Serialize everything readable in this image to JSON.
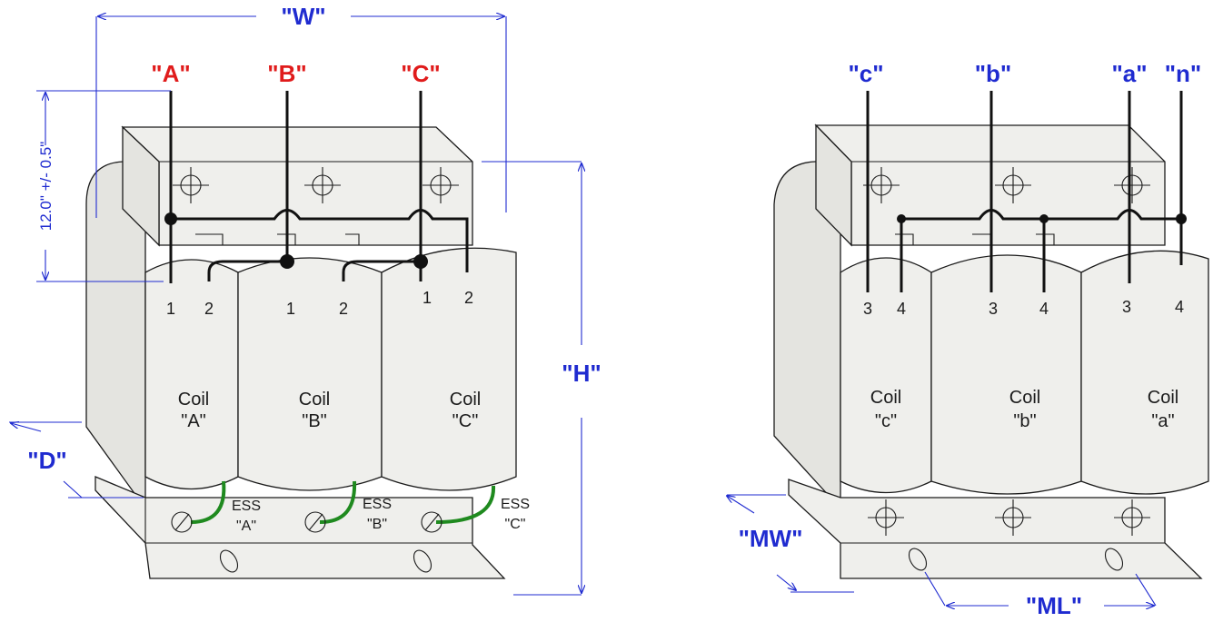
{
  "dimensions": {
    "width": "\"W\"",
    "height": "\"H\"",
    "depth": "\"D\"",
    "mount_width": "\"MW\"",
    "mount_length": "\"ML\"",
    "lead_length": "12.0\" +/- 0.5\""
  },
  "input_view": {
    "terminals": [
      "\"A\"",
      "\"B\"",
      "\"C\""
    ],
    "coils": [
      {
        "name": "Coil",
        "id": "\"A\"",
        "lead1": "1",
        "lead2": "2"
      },
      {
        "name": "Coil",
        "id": "\"B\"",
        "lead1": "1",
        "lead2": "2"
      },
      {
        "name": "Coil",
        "id": "\"C\"",
        "lead1": "1",
        "lead2": "2"
      }
    ],
    "ess": [
      {
        "name": "ESS",
        "id": "\"A\""
      },
      {
        "name": "ESS",
        "id": "\"B\""
      },
      {
        "name": "ESS",
        "id": "\"C\""
      }
    ]
  },
  "output_view": {
    "terminals": [
      "\"c\"",
      "\"b\"",
      "\"a\"",
      "\"n\""
    ],
    "coils": [
      {
        "name": "Coil",
        "id": "\"c\"",
        "lead1": "3",
        "lead2": "4"
      },
      {
        "name": "Coil",
        "id": "\"b\"",
        "lead1": "3",
        "lead2": "4"
      },
      {
        "name": "Coil",
        "id": "\"a\"",
        "lead1": "3",
        "lead2": "4"
      }
    ]
  },
  "colors": {
    "dimension": "#1f2bd0",
    "input_terminal": "#e01b1b",
    "output_terminal": "#1f2bd0",
    "ground_wire": "#1f8a1f"
  }
}
